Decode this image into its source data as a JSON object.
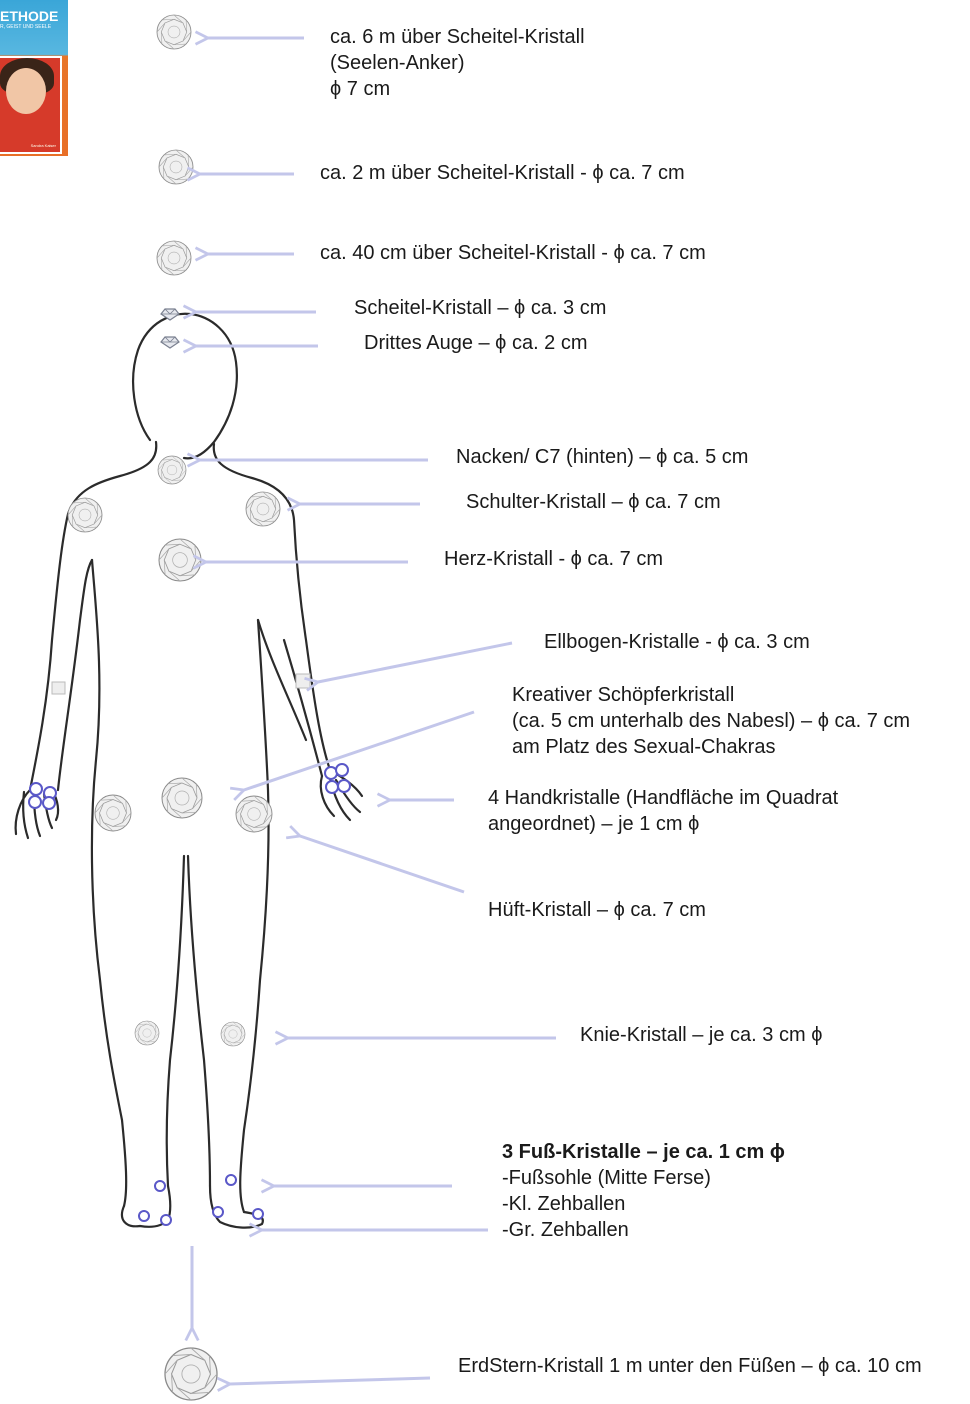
{
  "book_cover": {
    "title_fragment": "ETHODE",
    "subtitle_fragment": "R, GEIST UND SEELE",
    "author_fragment": "Sandra Kaiser"
  },
  "labels": {
    "soul_anchor": [
      "ca. 6 m über Scheitel-Kristall",
      "(Seelen-Anker)",
      "ϕ 7 cm"
    ],
    "two_m": "ca. 2 m über Scheitel-Kristall - ϕ ca. 7 cm",
    "forty_cm": "ca. 40 cm über Scheitel-Kristall - ϕ ca. 7 cm",
    "crown": "Scheitel-Kristall – ϕ ca. 3 cm",
    "third_eye": "Drittes Auge  – ϕ ca. 2 cm",
    "neck": "Nacken/ C7 (hinten) – ϕ ca. 5 cm",
    "shoulder": "Schulter-Kristall – ϕ ca. 7 cm",
    "heart": "Herz-Kristall - ϕ ca. 7 cm",
    "elbow": "Ellbogen-Kristalle  - ϕ ca. 3 cm",
    "creative": [
      "Kreativer Schöpferkristall",
      "(ca. 5 cm unterhalb des Nabesl) – ϕ ca. 7 cm",
      "am Platz des Sexual-Chakras"
    ],
    "hands": [
      "4 Handkristalle (Handfläche im Quadrat",
      "angeordnet) – je 1 cm ϕ"
    ],
    "hip": "Hüft-Kristall – ϕ ca. 7 cm",
    "knee": "Knie-Kristall – je ca. 3 cm ϕ",
    "feet_title": "3 Fuß-Kristalle – je ca. 1 cm  ϕ",
    "feet_items": [
      "-Fußsohle (Mitte Ferse)",
      "-Kl. Zehballen",
      "-Gr. Zehballen"
    ],
    "earth_star": "ErdStern-Kristall 1 m unter den Füßen – ϕ ca. 10 cm"
  },
  "colors": {
    "arrow": "#c3c6ea",
    "outline": "#2b2b2b",
    "crystal_fill": "#f0f0f0",
    "crystal_line": "#8a8a8a",
    "small_crystal": "#5a58c8",
    "text": "#1a1a1a"
  }
}
